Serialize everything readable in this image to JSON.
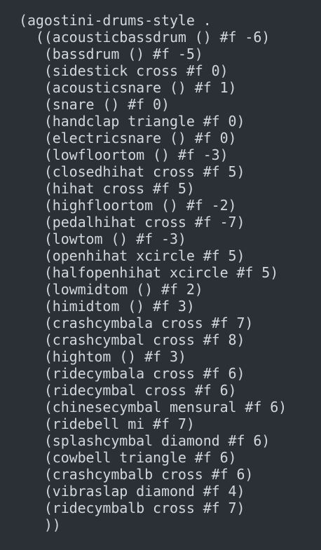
{
  "code": {
    "lines": [
      "(agostini-drums-style .",
      "  ((acousticbassdrum () #f -6)",
      "   (bassdrum () #f -5)",
      "   (sidestick cross #f 0)",
      "   (acousticsnare () #f 1)",
      "   (snare () #f 0)",
      "   (handclap triangle #f 0)",
      "   (electricsnare () #f 0)",
      "   (lowfloortom () #f -3)",
      "   (closedhihat cross #f 5)",
      "   (hihat cross #f 5)",
      "   (highfloortom () #f -2)",
      "   (pedalhihat cross #f -7)",
      "   (lowtom () #f -3)",
      "   (openhihat xcircle #f 5)",
      "   (halfopenhihat xcircle #f 5)",
      "   (lowmidtom () #f 2)",
      "   (himidtom () #f 3)",
      "   (crashcymbala cross #f 7)",
      "   (crashcymbal cross #f 8)",
      "   (hightom () #f 3)",
      "   (ridecymbala cross #f 6)",
      "   (ridecymbal cross #f 6)",
      "   (chinesecymbal mensural #f 6)",
      "   (ridebell mi #f 7)",
      "   (splashcymbal diamond #f 6)",
      "   (cowbell triangle #f 6)",
      "   (crashcymbalb cross #f 6)",
      "   (vibraslap diamond #f 4)",
      "   (ridecymbalb cross #f 7)",
      "   ))"
    ]
  },
  "colors": {
    "background": "#2b2f36",
    "text": "#d3d6da"
  }
}
